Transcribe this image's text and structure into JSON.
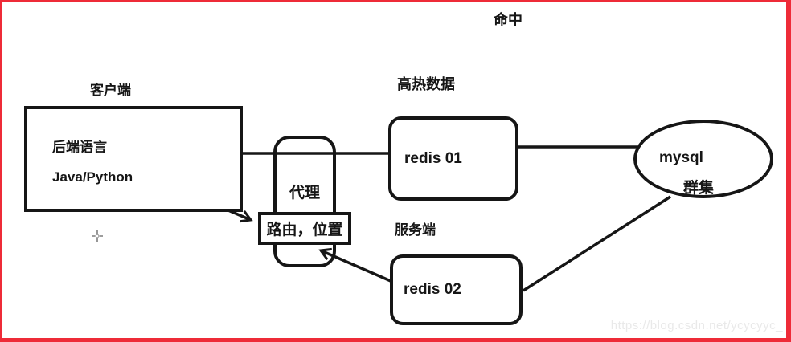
{
  "page": {
    "background": "#ffffff",
    "frame_color": "#ee2b38",
    "line_color": "#161616",
    "watermark_color": "#e9e9e9",
    "watermark": "https://blog.csdn.net/ycycyyc_",
    "cursor": "crosshair"
  },
  "labels": {
    "hit": "命中",
    "client": "客户端",
    "hot_data": "高热数据",
    "server_side": "服务端"
  },
  "nodes": {
    "client_box": {
      "line1": "后端语言",
      "line2": "Java/Python"
    },
    "proxy": {
      "label": "代理"
    },
    "route": {
      "label": "路由，位置"
    },
    "redis01": {
      "label": "redis 01"
    },
    "redis02": {
      "label": "redis 02"
    },
    "mysql": {
      "line1": "mysql",
      "line2": "群集"
    }
  }
}
